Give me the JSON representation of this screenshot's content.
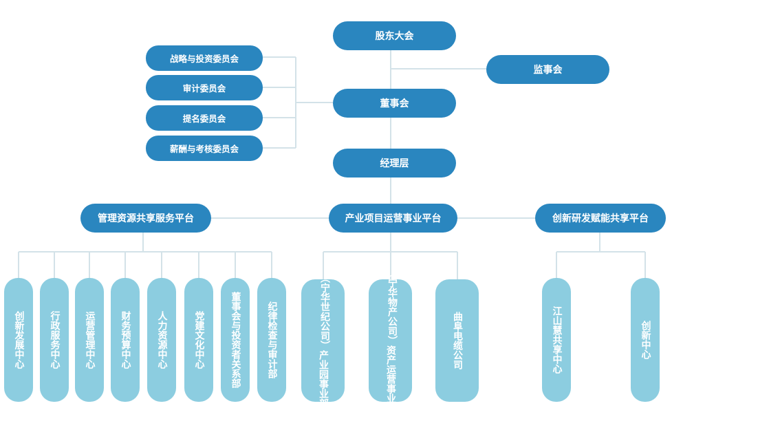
{
  "governance": {
    "shareholders": "股东大会",
    "supervisors": "监事会",
    "board": "董事会",
    "management": "经理层"
  },
  "committees": [
    "战略与投资委员会",
    "审计委员会",
    "提名委员会",
    "薪酬与考核委员会"
  ],
  "platforms": {
    "left": "管理资源共享服务平台",
    "center": "产业项目运营事业平台",
    "right": "创新研发赋能共享平台"
  },
  "left_units": [
    "创新发展中心",
    "行政服务中心",
    "运营管理中心",
    "财务预算中心",
    "人力资源中心",
    "党建文化中心",
    "董事会与投资者关系部",
    "纪律检查与审计部"
  ],
  "center_units": [
    {
      "line1": "（宁华世纪公司）",
      "line2": "产业园事业部"
    },
    {
      "line1": "（宁华物产公司）",
      "line2": "资产运营事业部"
    },
    {
      "line1": "曲阜电缆公司"
    }
  ],
  "right_units": [
    "江山慧共享中心",
    "创新中心"
  ],
  "colors": {
    "primary": "#2a86bf",
    "secondary": "#8ccde0",
    "connector": "#d3e2e8"
  }
}
